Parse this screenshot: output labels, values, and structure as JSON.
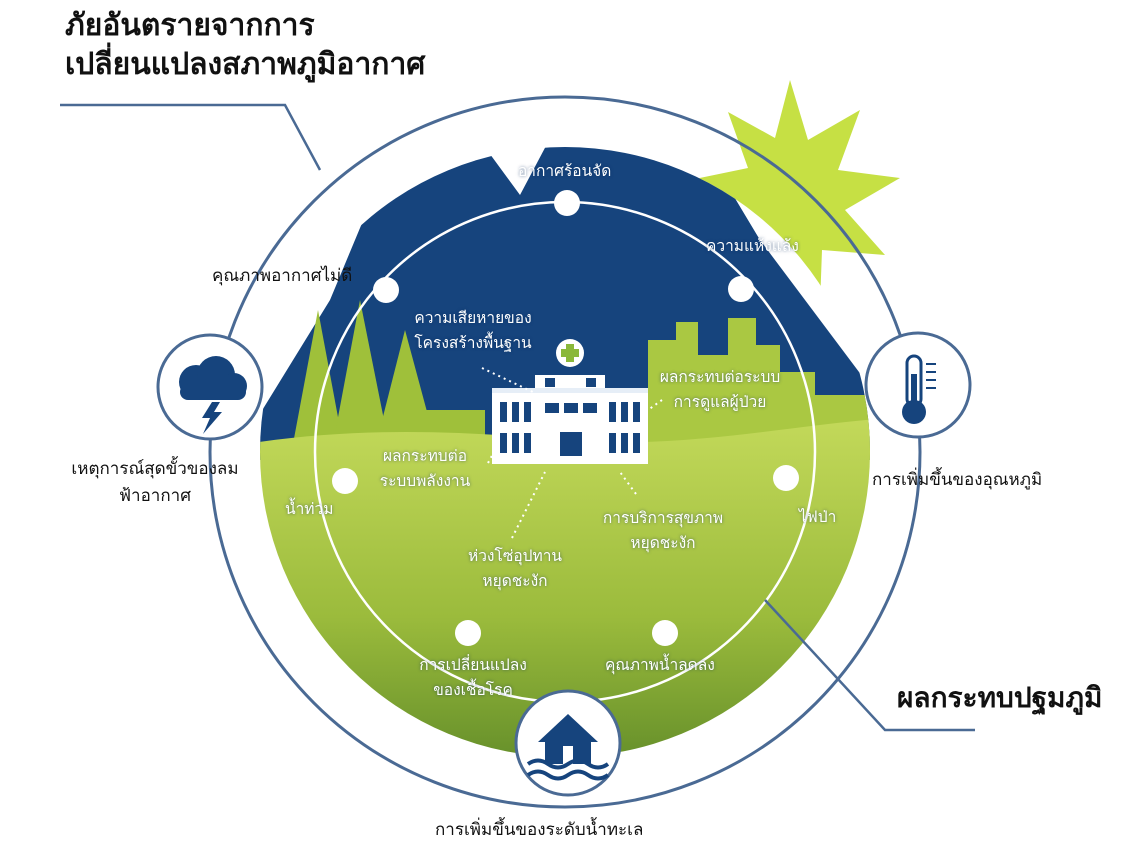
{
  "title_line1": "ภัยอันตรายจากการ",
  "title_line2": "เปลี่ยนแปลงสภาพภูมิอากาศ",
  "primary_impacts_label": "ผลกระทบปฐมภูมิ",
  "hazards": {
    "extreme_heat": "อากาศร้อนจัด",
    "drought": "ความแห้งแล้ง",
    "poor_air_quality": "คุณภาพอากาศไม่ดี",
    "flood": "น้ำท่วม",
    "wildfire": "ไฟป่า",
    "pathogen_line1": "การเปลี่ยนแปลง",
    "pathogen_line2": "ของเชื้อโรค",
    "water_quality": "คุณภาพน้ำลดลง"
  },
  "outer": {
    "extreme_weather_line1": "เหตุการณ์สุดขั้วของลม",
    "extreme_weather_line2": "ฟ้าอากาศ",
    "temperature_rise": "การเพิ่มขึ้นของอุณหภูมิ",
    "sea_level_rise": "การเพิ่มขึ้นของระดับน้ำทะเล"
  },
  "impacts": {
    "infra_line1": "ความเสียหายของ",
    "infra_line2": "โครงสร้างพื้นฐาน",
    "care_line1": "ผลกระทบต่อระบบ",
    "care_line2": "การดูแลผู้ป่วย",
    "energy_line1": "ผลกระทบต่อ",
    "energy_line2": "ระบบพลังงาน",
    "health_line1": "การบริการสุขภาพ",
    "health_line2": "หยุดชะงัก",
    "supply_line1": "ห่วงโซ่อุปทาน",
    "supply_line2": "หยุดชะงัก"
  },
  "icons": [
    "storm-cloud-icon",
    "thermometer-icon",
    "flooded-house-icon",
    "sun-icon",
    "hospital-icon"
  ],
  "colors": {
    "navy": "#16447d",
    "green_light": "#b9d14e",
    "green_dark": "#6f9a2c",
    "ring": "#4a6a94"
  }
}
